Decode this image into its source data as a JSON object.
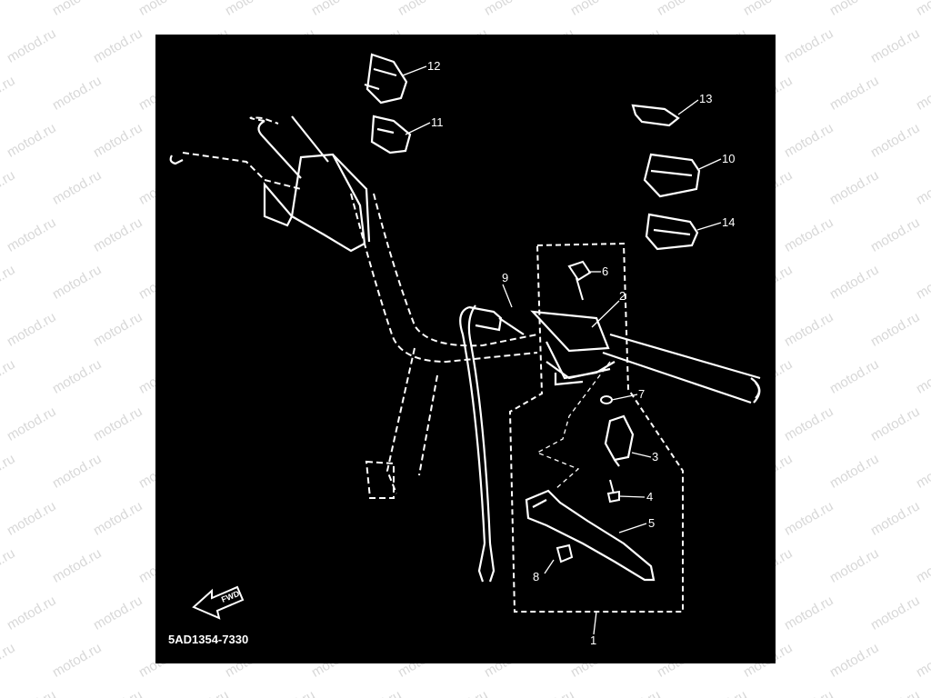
{
  "watermark": "motod.ru",
  "diagram": {
    "code": "5AD1354-7330",
    "fwd_label": "FWD",
    "callouts": {
      "c1": "1",
      "c2": "2",
      "c3": "3",
      "c4": "4",
      "c5": "5",
      "c6": "6",
      "c7": "7",
      "c8": "8",
      "c9": "9",
      "c10": "10",
      "c11": "11",
      "c12": "12",
      "c13": "13",
      "c14": "14"
    }
  },
  "colors": {
    "panel_background": "#000000",
    "line_art": "#ffffff",
    "watermark": "#d8d8d8",
    "page_background": "#ffffff"
  }
}
